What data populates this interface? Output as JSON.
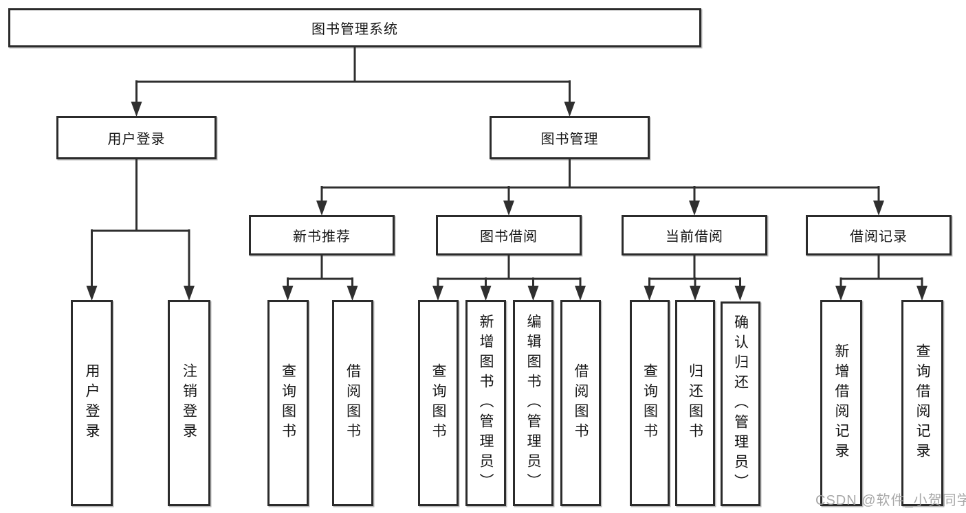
{
  "tree": {
    "root": "图书管理系统",
    "branches": [
      {
        "label": "用户登录",
        "children": [
          "用户登录",
          "注销登录"
        ]
      },
      {
        "label": "图书管理",
        "groups": [
          {
            "label": "新书推荐",
            "children": [
              "查询图书",
              "借阅图书"
            ]
          },
          {
            "label": "图书借阅",
            "children": [
              "查询图书",
              "新增图书（管理员）",
              "编辑图书（管理员）",
              "借阅图书"
            ]
          },
          {
            "label": "当前借阅",
            "children": [
              "查询图书",
              "归还图书",
              "确认归还（管理员）"
            ]
          },
          {
            "label": "借阅记录",
            "children": [
              "新增借阅记录",
              "查询借阅记录"
            ]
          }
        ]
      }
    ]
  },
  "colors": {
    "line": "#2f2f2f",
    "border": "#2b2b2b",
    "text": "#161616",
    "watermark": "#9e9e9e"
  },
  "watermark": "CSDN @软件_小贺同学"
}
